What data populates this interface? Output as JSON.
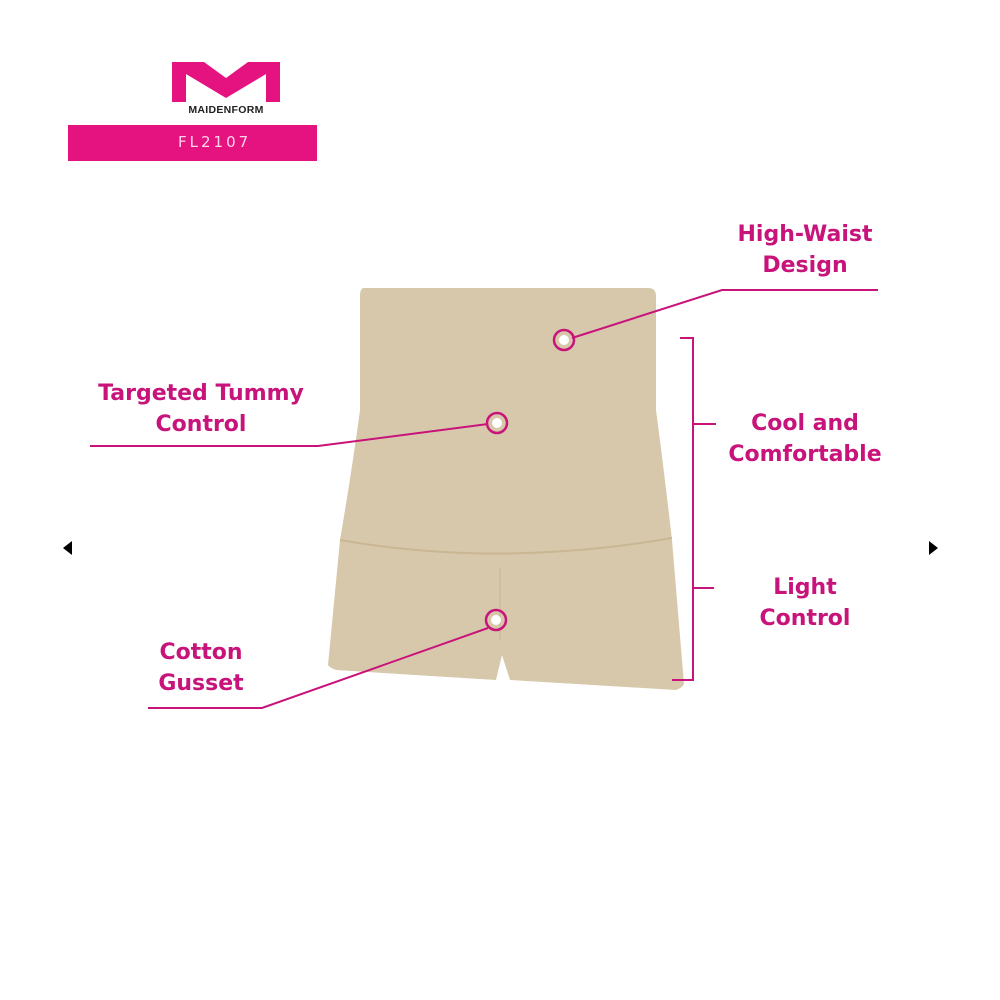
{
  "brand": {
    "name": "MAIDENFORM",
    "logo_icon": "maidenform-m-logo",
    "accent_color": "#e5137f",
    "text_color": "#c8137b"
  },
  "product": {
    "model_code": "FL2107",
    "garment_color": "#d8c8ab"
  },
  "callouts": [
    {
      "id": "high-waist-design",
      "line1": "High-Waist",
      "line2": "Design"
    },
    {
      "id": "targeted-tummy-control",
      "line1": "Targeted Tummy",
      "line2": "Control"
    },
    {
      "id": "cool-and-comfortable",
      "line1": "Cool and",
      "line2": "Comfortable"
    },
    {
      "id": "light-control",
      "line1": "Light",
      "line2": "Control"
    },
    {
      "id": "cotton-gusset",
      "line1": "Cotton",
      "line2": "Gusset"
    }
  ],
  "navigation": {
    "prev_icon": "triangle-left-icon",
    "next_icon": "triangle-right-icon"
  }
}
